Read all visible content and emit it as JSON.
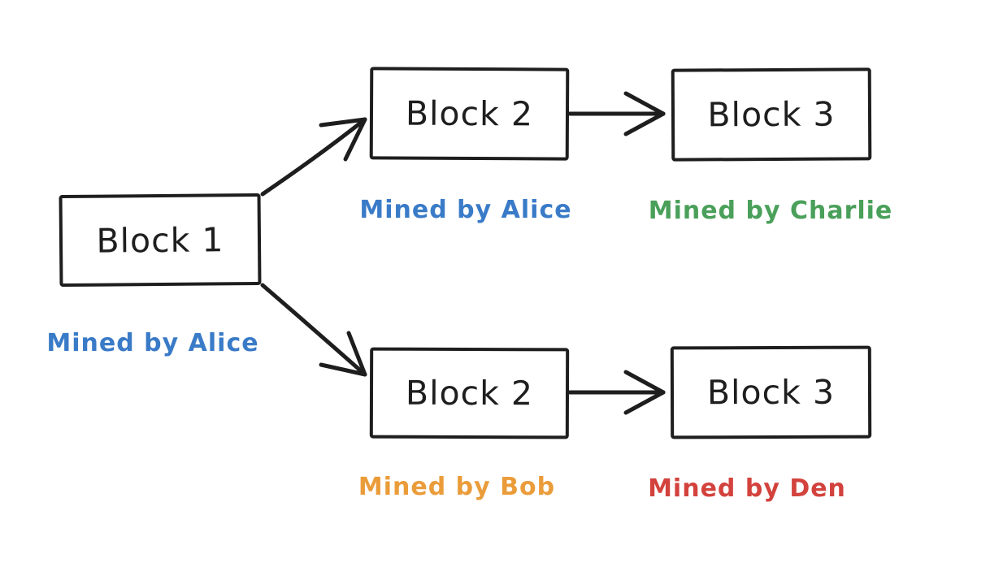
{
  "diagram": {
    "background_color": "#ffffff",
    "stroke_color": "#1e1e1e",
    "nodes": [
      {
        "id": "block-1",
        "label": "Block 1",
        "miner_label": "Mined by Alice",
        "miner_color": "#3a7bc8"
      },
      {
        "id": "block-2-top",
        "label": "Block 2",
        "miner_label": "Mined by Alice",
        "miner_color": "#3a7bc8"
      },
      {
        "id": "block-3-top",
        "label": "Block 3",
        "miner_label": "Mined by Charlie",
        "miner_color": "#4aa05a"
      },
      {
        "id": "block-2-bottom",
        "label": "Block 2",
        "miner_label": "Mined by Bob",
        "miner_color": "#eb9c3a"
      },
      {
        "id": "block-3-bottom",
        "label": "Block 3",
        "miner_label": "Mined by Den",
        "miner_color": "#d3423d"
      }
    ],
    "edges": [
      {
        "from": "block-1",
        "to": "block-2-top"
      },
      {
        "from": "block-1",
        "to": "block-2-bottom"
      },
      {
        "from": "block-2-top",
        "to": "block-3-top"
      },
      {
        "from": "block-2-bottom",
        "to": "block-3-bottom"
      }
    ]
  }
}
